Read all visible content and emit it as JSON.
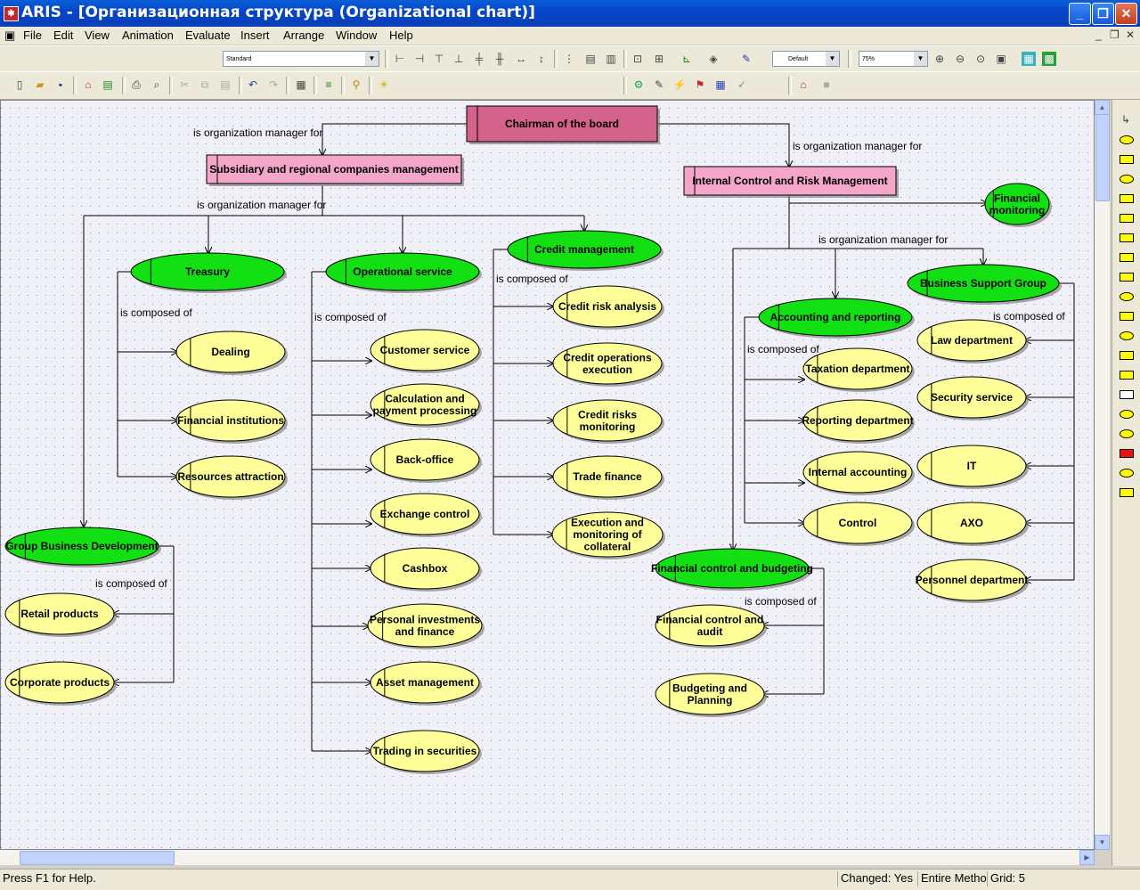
{
  "window": {
    "title": "ARIS - [Организационная структура (Organizational chart)]"
  },
  "menu": [
    "File",
    "Edit",
    "View",
    "Animation",
    "Evaluate",
    "Insert",
    "Arrange",
    "Window",
    "Help"
  ],
  "toolbar": {
    "font_combo": "Standard",
    "style_combo": "Default",
    "zoom_combo": "75%"
  },
  "status": {
    "help": "Press F1 for Help.",
    "changed": "Changed: Yes",
    "method": "Entire Metho",
    "grid": "Grid: 5"
  },
  "relations": {
    "manager": "is organization manager for",
    "composed": "is composed of"
  },
  "nodes": {
    "chairman": "Chairman of the board",
    "subsidiary": "Subsidiary and regional companies management",
    "internal_control": "Internal Control and Risk Management",
    "fin_monitoring": "Financial monitoring",
    "treasury": "Treasury",
    "operational": "Operational service",
    "credit_mgmt": "Credit management",
    "group_bd": "Group Business Development",
    "accounting": "Accounting and reporting",
    "business_support": "Business Support Group",
    "fin_control": "Financial control and budgeting",
    "dealing": "Dealing",
    "fin_institutions": "Financial institutions",
    "resources": "Resources attraction",
    "customer_service": "Customer service",
    "calc_payment": "Calculation and payment processing",
    "back_office": "Back-office",
    "exchange_control": "Exchange control",
    "cashbox": "Cashbox",
    "personal_inv": "Personal investments and finance",
    "asset_mgmt": "Asset management",
    "trading": "Trading in securities",
    "credit_risk": "Credit risk analysis",
    "credit_ops": "Credit operations execution",
    "credit_risks_mon": "Credit risks monitoring",
    "trade_finance": "Trade finance",
    "exec_mon": "Execution and monitoring of collateral",
    "retail": "Retail products",
    "corporate": "Corporate products",
    "taxation": "Taxation department",
    "reporting": "Reporting department",
    "internal_acc": "Internal accounting",
    "control": "Control",
    "fc_audit": "Financial control and audit",
    "budgeting": "Budgeting and Planning",
    "law": "Law department",
    "security": "Security service",
    "it": "IT",
    "axo": "AXO",
    "personnel": "Personnel department"
  },
  "colors": {
    "board": "#d4628a",
    "pink": "#f4a6c8",
    "green": "#12e012",
    "yellow": "#ffff99",
    "canvas_bg": "#f0f0f8"
  }
}
